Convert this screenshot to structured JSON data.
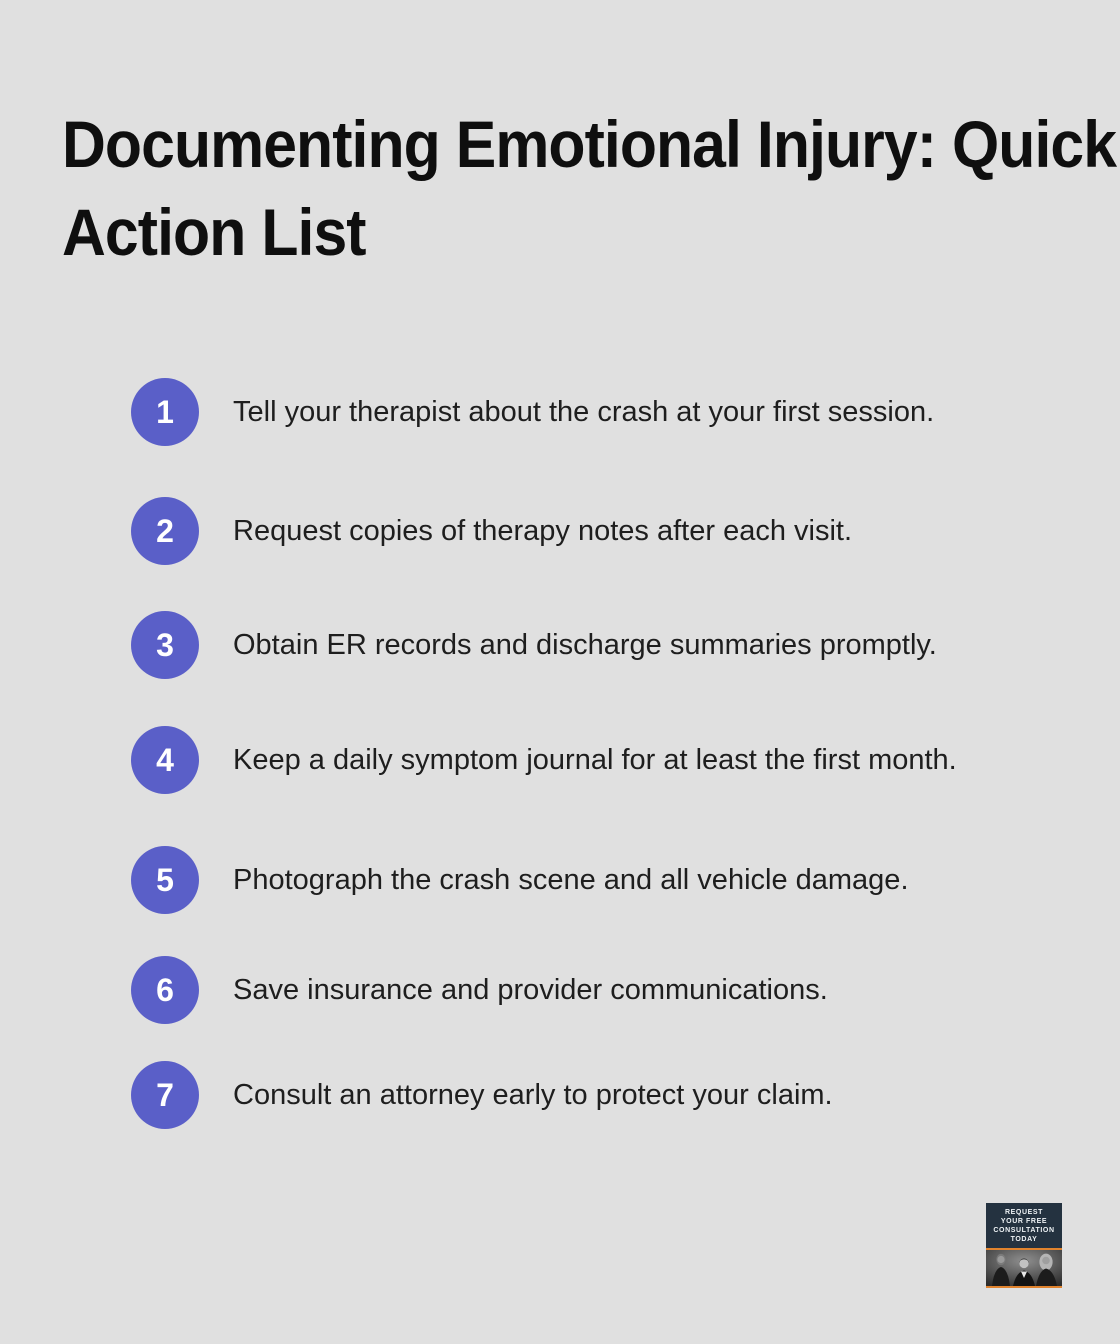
{
  "page": {
    "title": "Documenting Emotional Injury: Quick Action List"
  },
  "colors": {
    "background": "#e0e0e0",
    "title_color": "#0f0f0f",
    "text_color": "#1e1e1e",
    "accent": "#5a5fc8",
    "number_color": "#ffffff",
    "badge_header_bg": "#243240",
    "badge_accent": "#e0832e"
  },
  "list": {
    "items": [
      {
        "number": "1",
        "text": "Tell your therapist about the crash at your first session."
      },
      {
        "number": "2",
        "text": "Request copies of therapy notes after each visit."
      },
      {
        "number": "3",
        "text": "Obtain ER records and discharge summaries promptly."
      },
      {
        "number": "4",
        "text": "Keep a daily symptom journal for at least the first month."
      },
      {
        "number": "5",
        "text": "Photograph the crash scene and all vehicle damage."
      },
      {
        "number": "6",
        "text": "Save insurance and provider communications."
      },
      {
        "number": "7",
        "text": "Consult an attorney early to protect your claim."
      }
    ]
  },
  "badge": {
    "lines": [
      "REQUEST",
      "YOUR FREE",
      "CONSULTATION",
      "TODAY"
    ],
    "photo_alt_icon": "attorneys-photo"
  }
}
